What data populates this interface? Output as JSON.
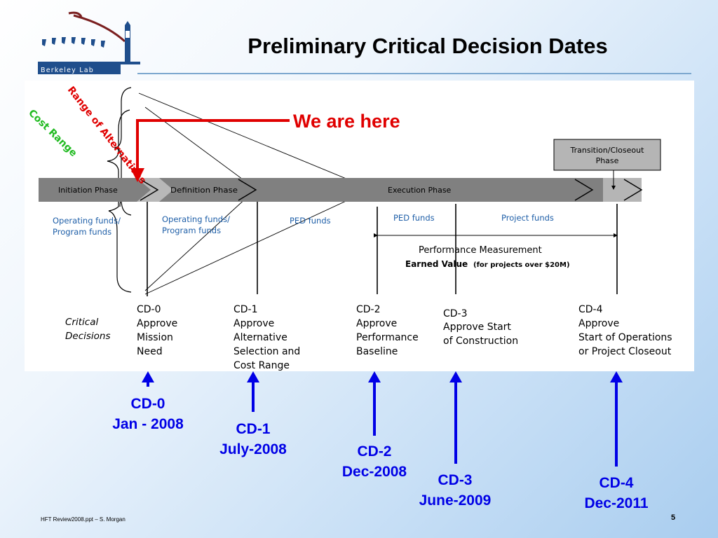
{
  "logo": {
    "text": "Berkeley Lab"
  },
  "title": "Preliminary Critical Decision Dates",
  "callout": {
    "text": "We are here"
  },
  "diagram": {
    "brace_labels": {
      "alternatives": "Range of Alternatives",
      "cost": "Cost Range"
    },
    "phases": {
      "initiation": "Initiation Phase",
      "definition": "Definition Phase",
      "execution": "Execution Phase",
      "transition": [
        "Transition/Closeout",
        "Phase"
      ]
    },
    "funds": {
      "op1": [
        "Operating funds/",
        "Program funds"
      ],
      "op2": [
        "Operating funds/",
        "Program funds"
      ],
      "ped1": "PED funds",
      "ped2": "PED funds",
      "project": "Project funds"
    },
    "performance": {
      "line1": "Performance Measurement",
      "line2_bold": "Earned Value",
      "line2_note": "(for projects over $20M)"
    },
    "critical_label": [
      "Critical",
      "Decisions"
    ],
    "decisions": [
      {
        "lines": [
          "CD-0",
          "Approve",
          "Mission",
          "Need"
        ]
      },
      {
        "lines": [
          "CD-1",
          "Approve",
          "Alternative",
          "Selection and",
          "Cost Range"
        ]
      },
      {
        "lines": [
          "CD-2",
          "Approve",
          "Performance",
          "Baseline"
        ]
      },
      {
        "lines": [
          "CD-3",
          "Approve Start",
          "of Construction"
        ]
      },
      {
        "lines": [
          "CD-4",
          "Approve",
          "Start of Operations",
          "or Project Closeout"
        ]
      }
    ]
  },
  "milestones": [
    {
      "cd": "CD-0",
      "date": "Jan - 2008"
    },
    {
      "cd": "CD-1",
      "date": "July-2008"
    },
    {
      "cd": "CD-2",
      "date": "Dec-2008"
    },
    {
      "cd": "CD-3",
      "date": "June-2009"
    },
    {
      "cd": "CD-4",
      "date": "Dec-2011"
    }
  ],
  "footer": "HFT Review2008.ppt – S. Morgan",
  "page_number": "5",
  "colors": {
    "milestone": "#0000e6",
    "callout": "#e00000",
    "bar": "#808080"
  }
}
